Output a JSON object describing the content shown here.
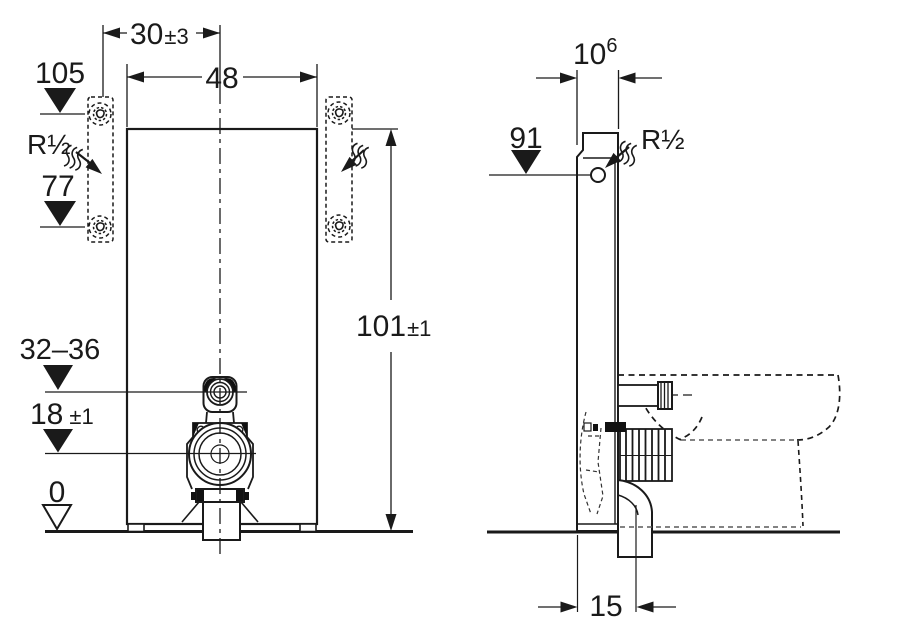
{
  "meta": {
    "ink": "#1a1a1a",
    "gray": "#5a5a5a",
    "background": "#ffffff"
  },
  "front_view": {
    "dim_offset": {
      "main": "30",
      "tol": "±3"
    },
    "dim_width": {
      "main": "48"
    },
    "datum_supply": {
      "main": "105"
    },
    "thread_label": {
      "main": "R½"
    },
    "datum_lower": {
      "main": "77"
    },
    "dim_height": {
      "main": "101",
      "tol": "±1"
    },
    "datum_outlet": {
      "main": "32–36"
    },
    "datum_trap": {
      "main": "18",
      "tol": "±1"
    },
    "datum_floor": {
      "main": "0"
    }
  },
  "side_view": {
    "dim_depth": {
      "main": "10",
      "sup": "6"
    },
    "datum_conn": {
      "main": "91"
    },
    "thread_label": {
      "main": "R½"
    },
    "dim_outlet": {
      "main": "15"
    }
  }
}
